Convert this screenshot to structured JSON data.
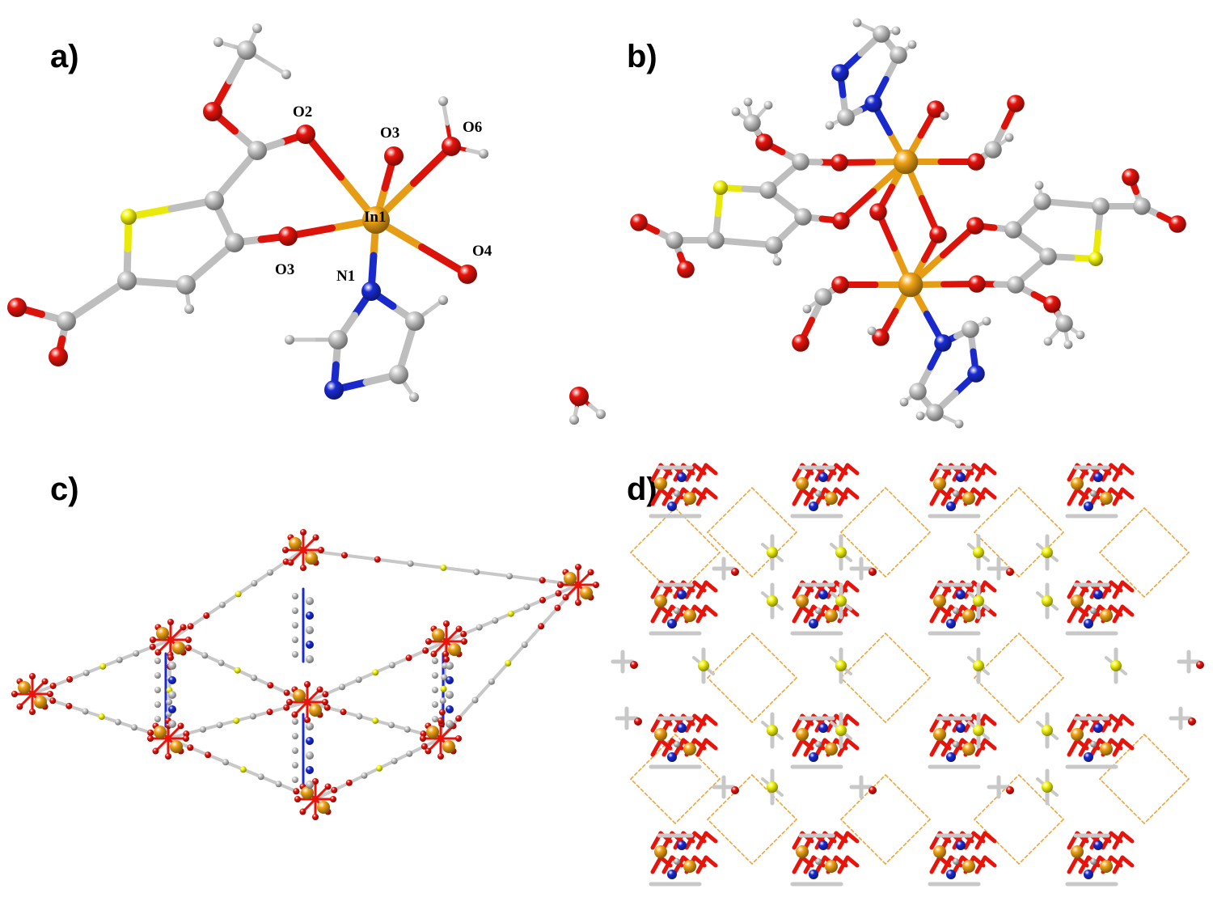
{
  "colors": {
    "indium": "#f2a516",
    "oxygen": "#e8140c",
    "nitrogen": "#1a2bd6",
    "carbon": "#c8c8c8",
    "hydrogen": "#d4d4d4",
    "sulfur": "#f5f50a",
    "hbond": "#f0a030",
    "background": "#ffffff"
  },
  "panels": {
    "a": {
      "label": "a)",
      "atom_labels": {
        "o2": "O2",
        "o3_top": "O3",
        "o6": "O6",
        "in1": "In1",
        "o3_left": "O3",
        "o4": "O4",
        "n1": "N1"
      }
    },
    "b": {
      "label": "b)"
    },
    "c": {
      "label": "c)"
    },
    "d": {
      "label": "d)"
    }
  }
}
